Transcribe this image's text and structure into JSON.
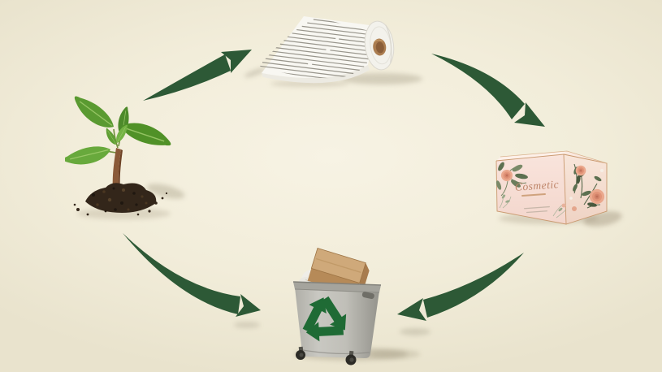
{
  "scene": {
    "kind": "circular-recycling-lifecycle-illustration",
    "background_color": "#f2edda",
    "stages": [
      {
        "id": "seedling",
        "icon": "seedling-in-soil-icon"
      },
      {
        "id": "paper-roll",
        "icon": "printed-paper-roll-icon"
      },
      {
        "id": "cosmetic-box",
        "icon": "cosmetic-packaging-box-icon",
        "label": "Cosmetic"
      },
      {
        "id": "recycling-bin",
        "icon": "recycling-bin-icon",
        "symbol": "recycling-arrows-symbol"
      }
    ],
    "arrows": [
      {
        "id": "seedling-to-paper-roll",
        "from": "seedling",
        "to": "paper-roll"
      },
      {
        "id": "paper-roll-to-cosmetic-box",
        "from": "paper-roll",
        "to": "cosmetic-box"
      },
      {
        "id": "cosmetic-box-to-recycling-bin",
        "from": "cosmetic-box",
        "to": "recycling-bin"
      },
      {
        "id": "seedling-to-recycling-bin",
        "from": "seedling",
        "to": "recycling-bin"
      }
    ],
    "colors": {
      "arrow_green": "#2d5936",
      "recycle_symbol_green": "#1f6b35",
      "leaf_green": "#5a9a31",
      "soil_brown": "#33261a",
      "box_pink": "#f8ddd4",
      "box_label_color": "#bd8468",
      "bin_gray": "#b2b1aa",
      "cardboard_tan": "#c3996b",
      "paper_white": "#f8f7f2"
    }
  }
}
